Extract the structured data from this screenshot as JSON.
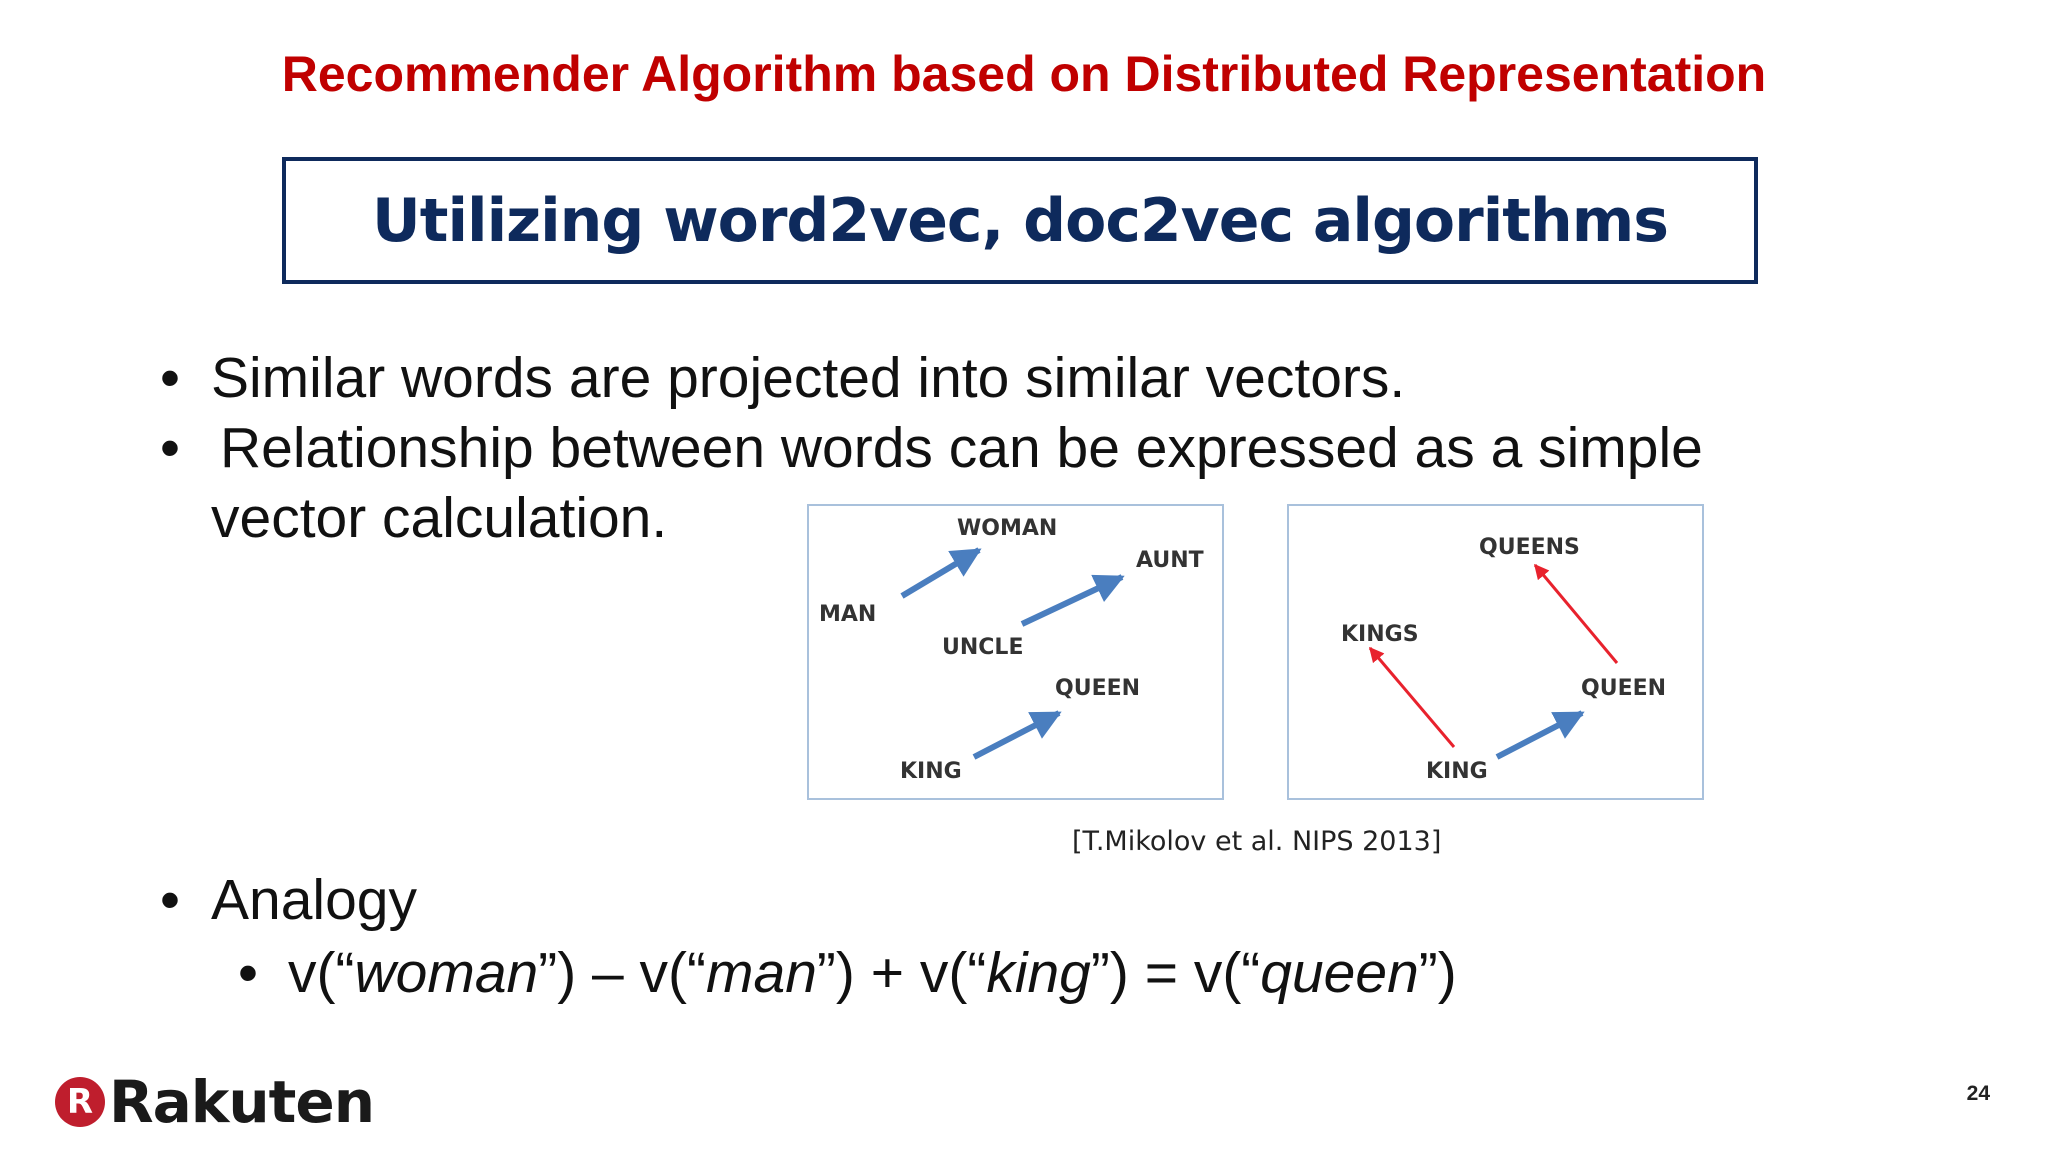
{
  "slide": {
    "title": "Recommender Algorithm based on Distributed Representation",
    "subtitle": "Utilizing word2vec, doc2vec algorithms",
    "bullets": {
      "b1": "Similar words are projected into similar vectors.",
      "b2_line1": "Relationship between words can be expressed as a simple",
      "b2_line2": "vector calculation.",
      "b3": "Analogy"
    },
    "bullet_symbol": "•",
    "formula": {
      "p1": "v(“",
      "w1": "woman",
      "p2": "”) – v(“",
      "w2": "man",
      "p3": "”) + v(“",
      "w3": "king",
      "p4": "”) = v(“",
      "w4": "queen",
      "p5": "”)"
    },
    "citation": "[T.Mikolov et al. NIPS 2013]",
    "page_number": "24",
    "logo": {
      "mark": "R",
      "text": "Rakuten"
    }
  },
  "figures": {
    "left": {
      "labels": {
        "woman": "WOMAN",
        "aunt": "AUNT",
        "man": "MAN",
        "uncle": "UNCLE",
        "queen": "QUEEN",
        "king": "KING"
      }
    },
    "right": {
      "labels": {
        "queens": "QUEENS",
        "kings": "KINGS",
        "queen": "QUEEN",
        "king": "KING"
      }
    }
  },
  "colors": {
    "title": "#c00000",
    "subtitle": "#0e2a5c",
    "arrow_blue": "#4a7ebf",
    "arrow_red": "#e8222d",
    "logo": "#bf1e2d"
  }
}
